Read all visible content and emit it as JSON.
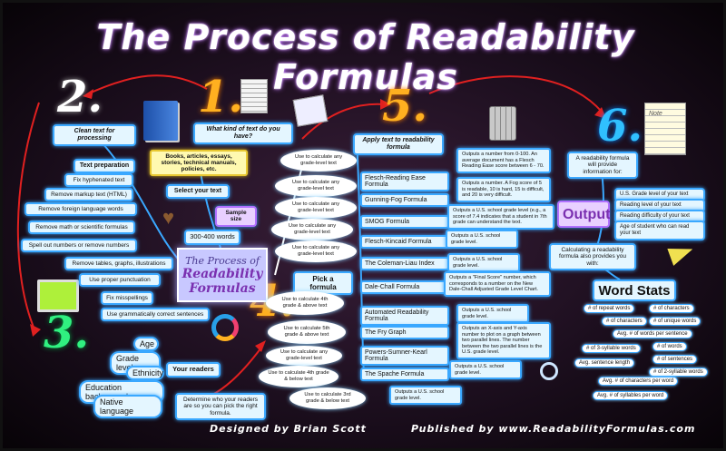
{
  "title": "The Process of Readability Formulas",
  "steps": {
    "s1": "1.",
    "s2": "2.",
    "s3": "3.",
    "s4": "4.",
    "s5": "5.",
    "s6": "6."
  },
  "center": {
    "line1": "The Process of",
    "line2": "Readability",
    "line3": "Formulas"
  },
  "step1": {
    "question": "What kind of text do you have?",
    "types": "Books, articles, essays, stories, technical manuals, policies, etc.",
    "select": "Select your text",
    "sample": "Sample size",
    "words": "300-400 words"
  },
  "step2": {
    "header": "Clean text for processing",
    "prep": "Text preparation",
    "items": [
      "Fix hyphenated text",
      "Remove markup text (HTML)",
      "Remove foreign language words",
      "Remove math or scientific formulas",
      "Spell out numbers or remove numbers",
      "Remove tables, graphs, illustrations",
      "Use proper punctuation",
      "Fix misspellings",
      "Use grammatically correct sentences"
    ]
  },
  "step3": {
    "attributes": [
      "Age",
      "Grade level",
      "Ethnicity",
      "Education background",
      "Native language"
    ],
    "label": "Your readers",
    "note": "Determine who your readers are so you can pick the right formula."
  },
  "step4": {
    "pick": "Pick a formula",
    "uses": [
      "Use to calculate any grade-level text",
      "Use to calculate any grade-level text",
      "Use to calculate any grade-level text",
      "Use to calculate any grade-level text",
      "Use to calculate any grade-level text",
      "Use to calculate 4th grade & above text",
      "Use to calculate 5th grade & above text",
      "Use to calculate any grade-level text",
      "Use to calculate 4th grade & below text",
      "Use to calculate 3rd grade & below text"
    ]
  },
  "step5": {
    "header": "Apply text to readability formula",
    "formulas": [
      "Flesch-Reading Ease Formula",
      "Gunning-Fog Formula",
      "SMOG Formula",
      "Flesch-Kincaid Formula",
      "The Coleman-Liau Index",
      "Dale-Chall Formula",
      "Automated Readability Formula",
      "The Fry Graph",
      "Powers-Sumner-Kearl Formula",
      "The Spache Formula"
    ],
    "outputs": [
      "Outputs a number from 0-100. An average document has a Flesch Reading Ease score between 6 - 70.",
      "Outputs a number. A Fog score of 5 is readable, 10 is hard, 15 is difficult, and 20 is very difficult.",
      "Outputs a U.S. school grade level (e.g., a score of 7.4 indicates that a student in 7th grade can understand the text.",
      "Outputs a U.S. school grade level.",
      "Outputs a U.S. school grade level.",
      "Outputs a \"Final Score\" number, which corresponds to a number on the New Dale-Chall Adjusted Grade Level Chart.",
      "Outputs a U.S. school grade level.",
      "Outputs an X-axis and Y-axis number to plot on a graph between two parallel lines. The number between the two parallel lines is the U.S. grade level.",
      "Outputs a U.S. school grade level.",
      "Outputs a U.S. school grade level."
    ]
  },
  "step6": {
    "intro": "A readability formula will provide information for:",
    "output": "Output",
    "outputs": [
      "U.S. Grade level of your text",
      "Reading level of your text",
      "Reading difficulty of your text",
      "Age of student who can read your text"
    ],
    "calc": "Calculating a readability formula also provides you with:",
    "wordstats": "Word Stats",
    "stats": [
      "# of repeat words",
      "# of characters",
      "# of characters",
      "# of unique words",
      "Avg. # of words per sentence",
      "# of 3-syllable words",
      "# of words",
      "Avg. sentence length",
      "# of sentences",
      "# of 2-syllable words",
      "Avg. # of characters per word",
      "Avg. # of syllables per word"
    ]
  },
  "notepad": "Note",
  "credits": {
    "designed": "Designed by Brian Scott",
    "published": "Published by www.ReadabilityFormulas.com"
  },
  "colors": {
    "accent": "#3aa8ff",
    "orange": "#ffb020",
    "green": "#30f080",
    "red": "#e02020"
  }
}
